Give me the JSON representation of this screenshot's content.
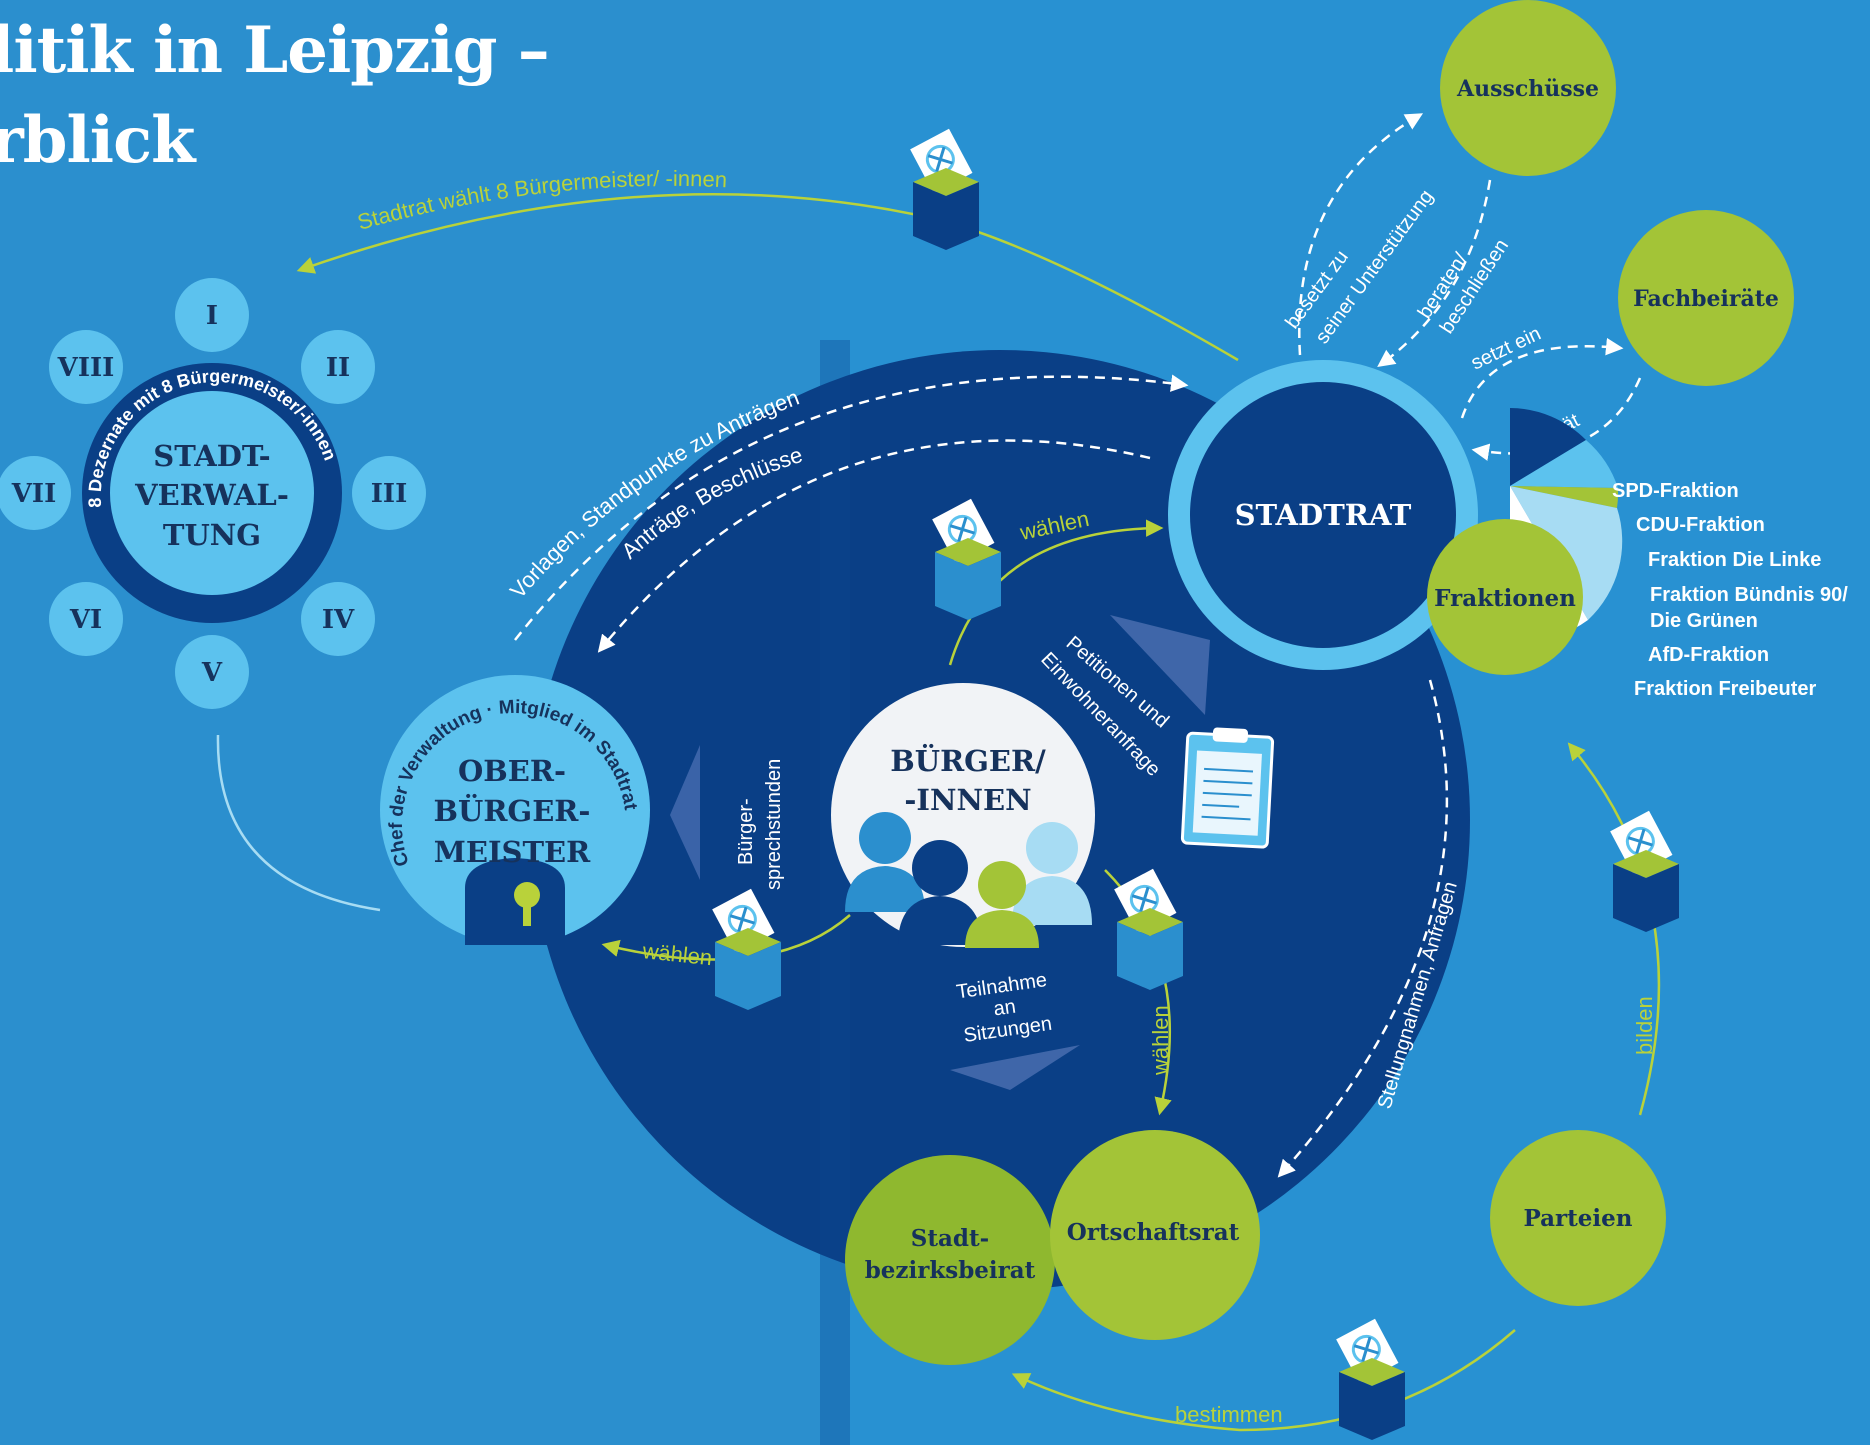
{
  "title": {
    "line1": "litik in Leipzig –",
    "line2": "rblick"
  },
  "stadtverwaltung": {
    "label": [
      "STADT-",
      "VERWAL-",
      "TUNG"
    ],
    "ring_text": "8 Dezernate mit 8 Bürgermeister/-innen",
    "dezernate": [
      "I",
      "II",
      "III",
      "IV",
      "V",
      "VI",
      "VII",
      "VIII"
    ]
  },
  "oberbuergermeister": {
    "label": [
      "OBER-",
      "BÜRGER-",
      "MEISTER"
    ],
    "ring_text": "Chef der Verwaltung · Mitglied im Stadtrat"
  },
  "buerger": {
    "label": [
      "BÜRGER/",
      "-INNEN"
    ]
  },
  "stadtrat": {
    "label": "STADTRAT"
  },
  "ausschuesse": {
    "label": "Ausschüsse"
  },
  "fachbeiraete": {
    "label": "Fachbeiräte"
  },
  "fraktionen": {
    "label": "Fraktionen",
    "items": [
      "SPD-Fraktion",
      "CDU-Fraktion",
      "Fraktion Die Linke",
      "Fraktion Bündnis 90/",
      "Die Grünen",
      "AfD-Fraktion",
      "Fraktion Freibeuter"
    ]
  },
  "parteien": {
    "label": "Parteien"
  },
  "ortschaftsrat": {
    "label": "Ortschaftsrat"
  },
  "stadtbezirksbeirat": {
    "label": [
      "Stadt-",
      "bezirksbeirat"
    ]
  },
  "arrows": {
    "stadtrat_waehlt": "Stadtrat wählt 8 Bürgermeister/ -innen",
    "vorlagen": "Vorlagen, Standpunkte zu Anträgen",
    "antraege": "Anträge, Beschlüsse",
    "besetzt_1": "besetzt zu",
    "besetzt_2": "seiner Unterstützung",
    "beraten_1": "beraten/",
    "beraten_2": "beschließen",
    "setzt_ein": "setzt ein",
    "beraet": "berät",
    "waehlen_stadtrat": "wählen",
    "waehlen_ob": "wählen",
    "waehlen_ort": "wählen",
    "petitionen_1": "Petitionen und",
    "petitionen_2": "Einwohneranfragen",
    "sprechstunden_1": "Bürger-",
    "sprechstunden_2": "sprechstunden",
    "teilnahme": [
      "Teilnahme",
      "an",
      "Sitzungen"
    ],
    "stellungnahmen": "Stellungnahmen, Anfragen",
    "bilden": "bilden",
    "bestimmen": "bestimmen"
  },
  "colors": {
    "background": "#2b8fce",
    "dark_blue": "#0a3f86",
    "light_blue": "#5cc2ee",
    "pale_blue": "#a7dcf3",
    "green": "#a3c437",
    "navy_text": "#16325c",
    "arrow_green": "#b9d23a"
  },
  "icons": [
    "ballot-box-icon",
    "clipboard-icon",
    "people-icon",
    "key-icon"
  ]
}
